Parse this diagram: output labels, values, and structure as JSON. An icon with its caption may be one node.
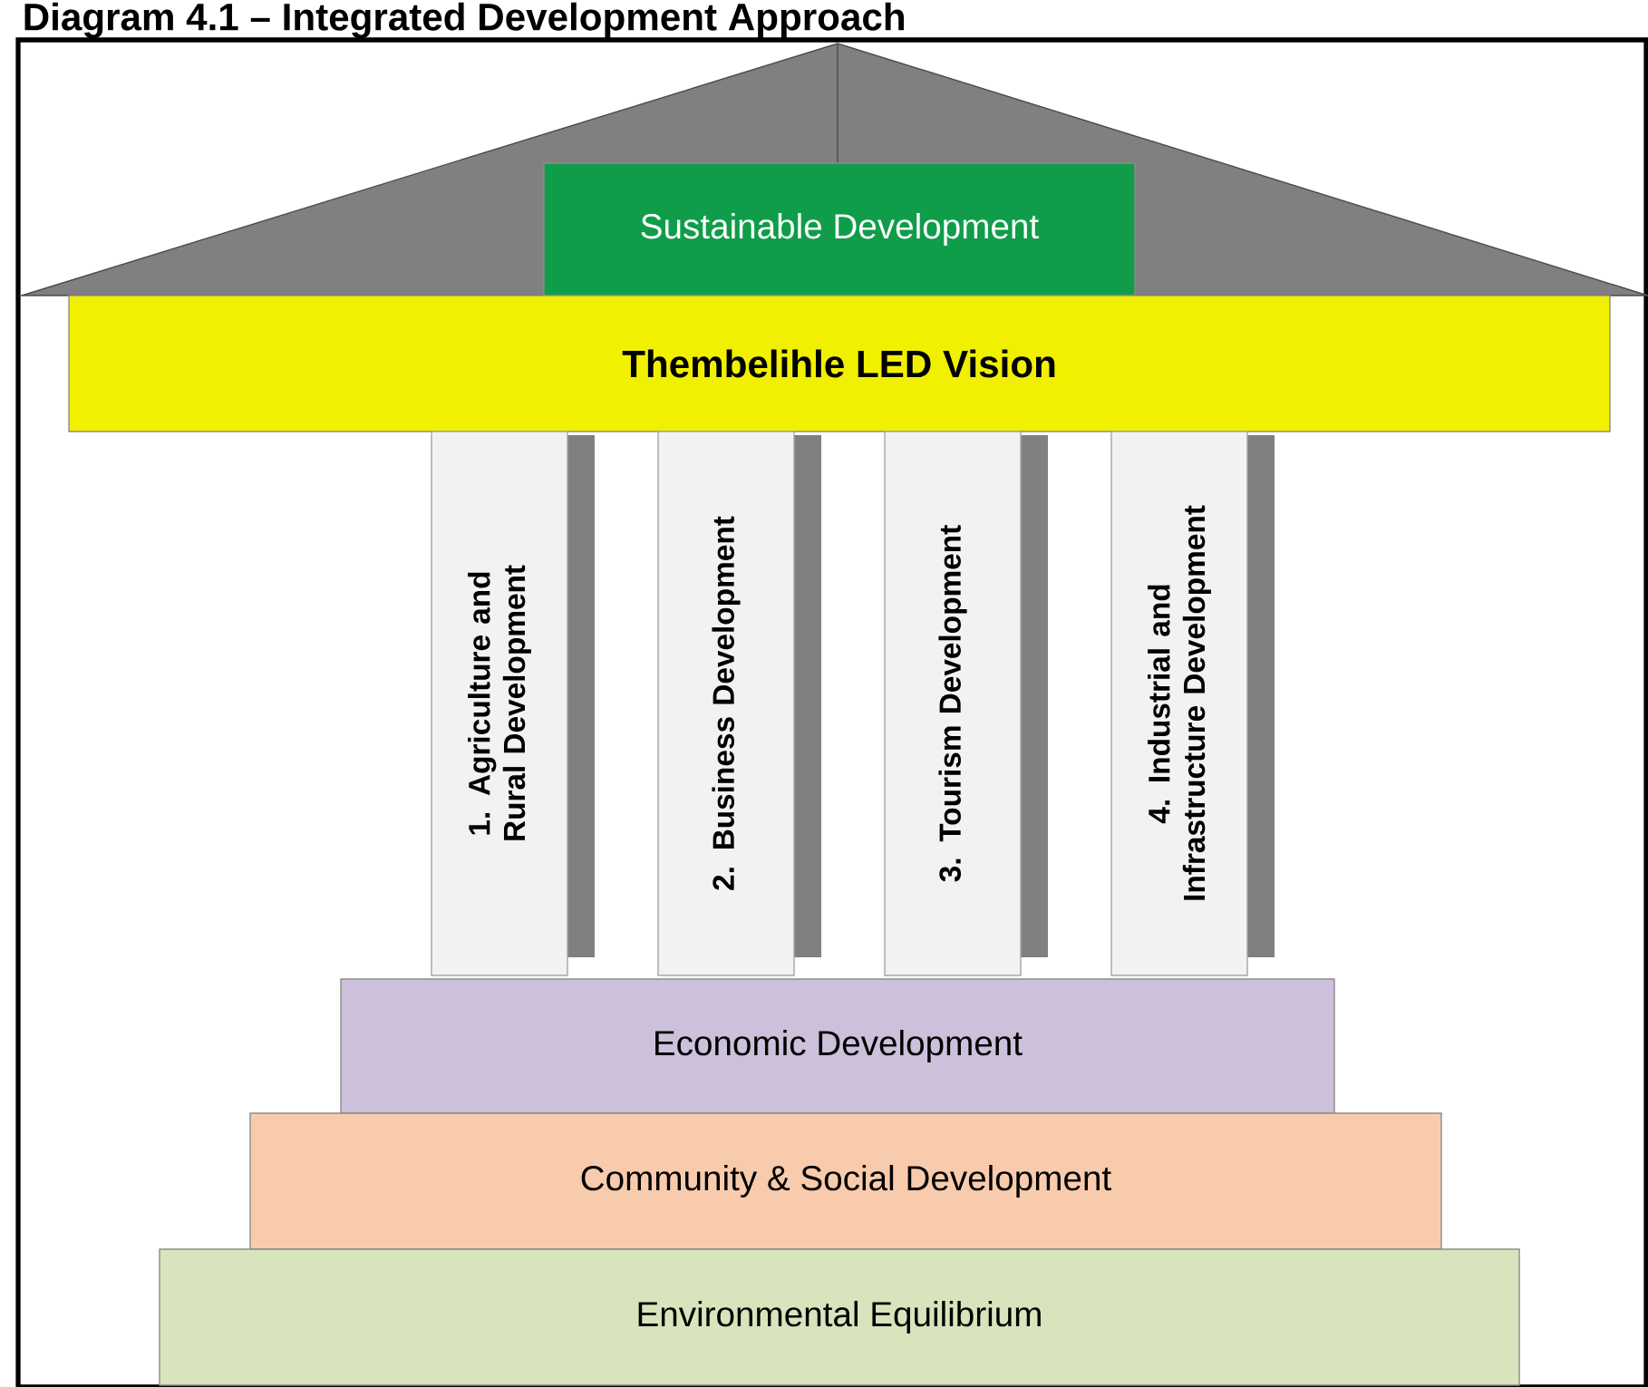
{
  "diagram": {
    "title": "Diagram 4.1 – Integrated Development Approach",
    "nodes": [
      {
        "text": [
          "Sustainable Development"
        ]
      },
      {
        "text": [
          "Thembelihle LED Vision"
        ]
      },
      {
        "text": [
          "1. Agriculture and Rural Development"
        ]
      },
      {
        "text": [
          "2. Business Development"
        ]
      },
      {
        "text": [
          "3. Tourism Development"
        ]
      },
      {
        "text": [
          "4. Industrial and Infrastructure Development"
        ]
      },
      {
        "text": [
          "Economic Development"
        ]
      },
      {
        "text": [
          "Community & Social Development"
        ]
      },
      {
        "text": [
          "Environmental Equilibrium"
        ]
      }
    ],
    "edges": []
  }
}
